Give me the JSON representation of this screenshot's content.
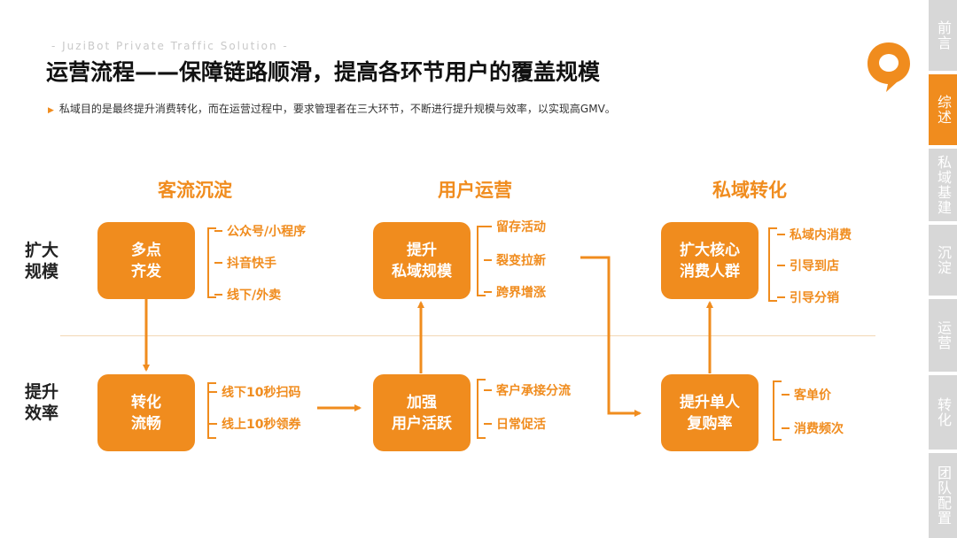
{
  "header": {
    "eyebrow": "- JuziBot Private Traffic Solution -",
    "title": "运营流程——保障链路顺滑，提高各环节用户的覆盖规模",
    "intro": "私域目的是最终提升消费转化，而在运营过程中，要求管理者在三大环节，不断进行提升规模与效率，以实现高GMV。"
  },
  "sidenav": [
    {
      "label": "前言",
      "active": false
    },
    {
      "label": "综述",
      "active": true
    },
    {
      "label": "私域基建",
      "active": false
    },
    {
      "label": "沉淀",
      "active": false
    },
    {
      "label": "运营",
      "active": false
    },
    {
      "label": "转化",
      "active": false
    },
    {
      "label": "团队配置",
      "active": false
    }
  ],
  "columns": [
    "客流沉淀",
    "用户运营",
    "私域转化"
  ],
  "rows": [
    "扩大\n规模",
    "提升\n效率"
  ],
  "nodes": [
    {
      "label": "多点\n齐发",
      "items": [
        "公众号/小程序",
        "抖音快手",
        "线下/外卖"
      ]
    },
    {
      "label": "提升\n私域规模",
      "items": [
        "留存活动",
        "裂变拉新",
        "跨界增涨"
      ]
    },
    {
      "label": "扩大核心\n消费人群",
      "items": [
        "私域内消费",
        "引导到店",
        "引导分销"
      ]
    },
    {
      "label": "转化\n流畅",
      "items": [
        "线下10秒扫码",
        "线上10秒领券"
      ]
    },
    {
      "label": "加强\n用户活跃",
      "items": [
        "客户承接分流",
        "日常促活"
      ]
    },
    {
      "label": "提升单人\n复购率",
      "items": [
        "客单价",
        "消费频次"
      ]
    }
  ],
  "colors": {
    "accent": "#f08c1e",
    "nav_inactive": "#d7d7d7",
    "divider": "#f2d7b5"
  },
  "icons": {
    "logo": "speech-bubble-logo",
    "bullet": "triangle-bullet-icon"
  }
}
